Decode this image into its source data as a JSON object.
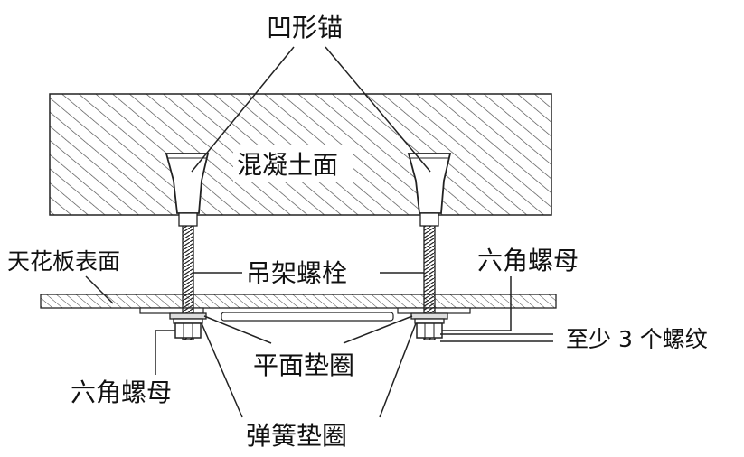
{
  "labels": {
    "anchor": "凹形锚",
    "concrete": "混凝土面",
    "ceiling_surface": "天花板表面",
    "hanger_bolt": "吊架螺栓",
    "hex_nut_right": "六角螺母",
    "thread_note": "至少 3 个螺纹",
    "flat_washer": "平面垫圈",
    "hex_nut_left": "六角螺母",
    "spring_washer": "弹簧垫圈"
  },
  "colors": {
    "line": "#222222",
    "hatch": "#444444",
    "background": "#ffffff",
    "metal": "#dddddd"
  }
}
